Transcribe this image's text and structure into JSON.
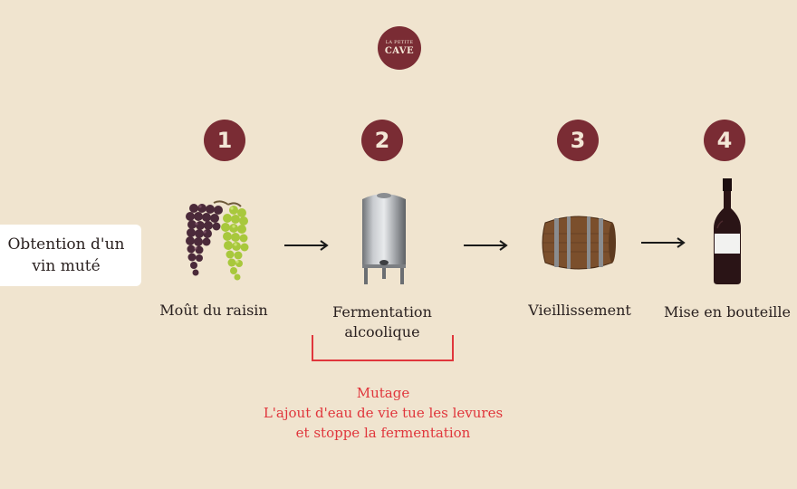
{
  "logo": {
    "top_text": "LA PETITE",
    "main_text": "CAVE"
  },
  "intro": {
    "line1": "Obtention d'un",
    "line2": "vin muté"
  },
  "steps": [
    {
      "number": "1",
      "label_line1": "Moût du raisin",
      "label_line2": "",
      "icon": "grapes-icon"
    },
    {
      "number": "2",
      "label_line1": "Fermentation",
      "label_line2": "alcoolique",
      "icon": "fermentation-tank-icon"
    },
    {
      "number": "3",
      "label_line1": "Vieillissement",
      "label_line2": "",
      "icon": "barrel-icon"
    },
    {
      "number": "4",
      "label_line1": "Mise en bouteille",
      "label_line2": "",
      "icon": "wine-bottle-icon"
    }
  ],
  "mutage": {
    "title": "Mutage",
    "line1": "L'ajout d'eau de vie tue les levures",
    "line2": "et stoppe la fermentation"
  },
  "colors": {
    "background": "#f0e4cf",
    "accent": "#7a2c34",
    "highlight": "#e0363c",
    "text": "#2a2120"
  }
}
